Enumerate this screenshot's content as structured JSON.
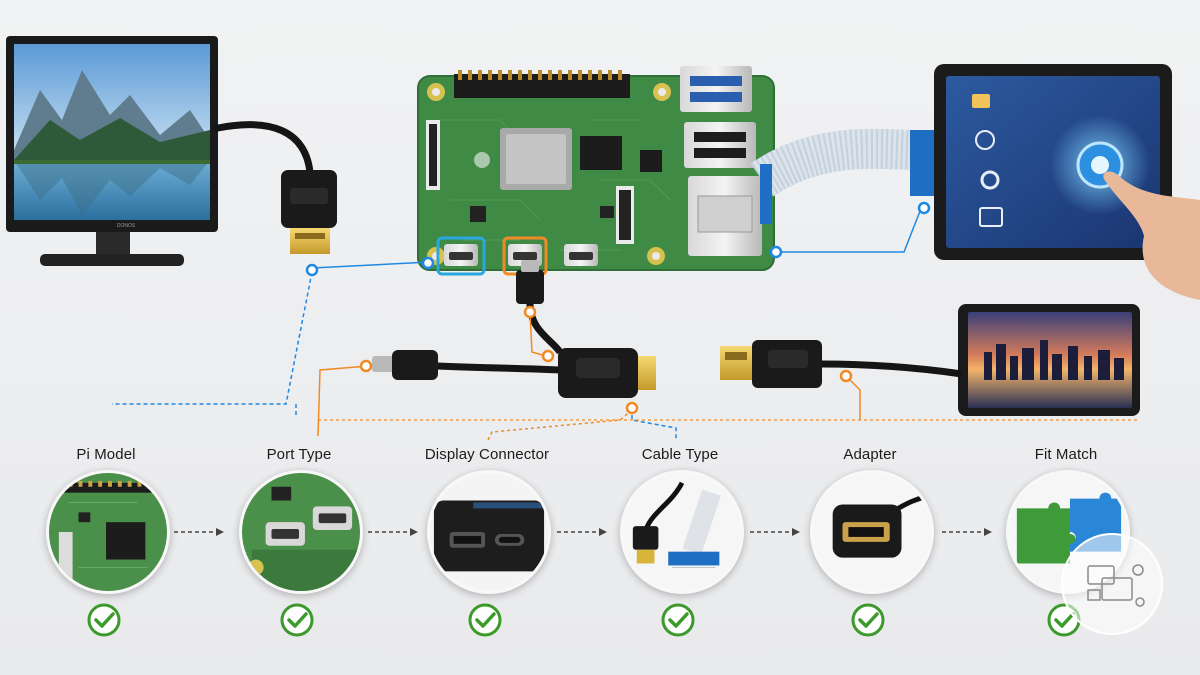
{
  "steps": [
    {
      "id": "pi-model",
      "label": "Pi Model",
      "icon": "pi-board-closeup"
    },
    {
      "id": "port-type",
      "label": "Port Type",
      "icon": "micro-hdmi-ports-closeup"
    },
    {
      "id": "display-connector",
      "label": "Display Connector",
      "icon": "hdmi-usbc-connector-panel"
    },
    {
      "id": "cable-type",
      "label": "Cable Type",
      "icon": "cable-and-ribbon"
    },
    {
      "id": "adapter",
      "label": "Adapter",
      "icon": "hdmi-female-adapter"
    },
    {
      "id": "fit-match",
      "label": "Fit Match",
      "icon": "puzzle-pieces"
    }
  ],
  "monitor": {
    "brand": "DONOS"
  },
  "colors": {
    "accent_blue": "#1e88e5",
    "accent_orange": "#f08a24",
    "check_green": "#3c9a2b",
    "pcb_green": "#3f8a45"
  }
}
